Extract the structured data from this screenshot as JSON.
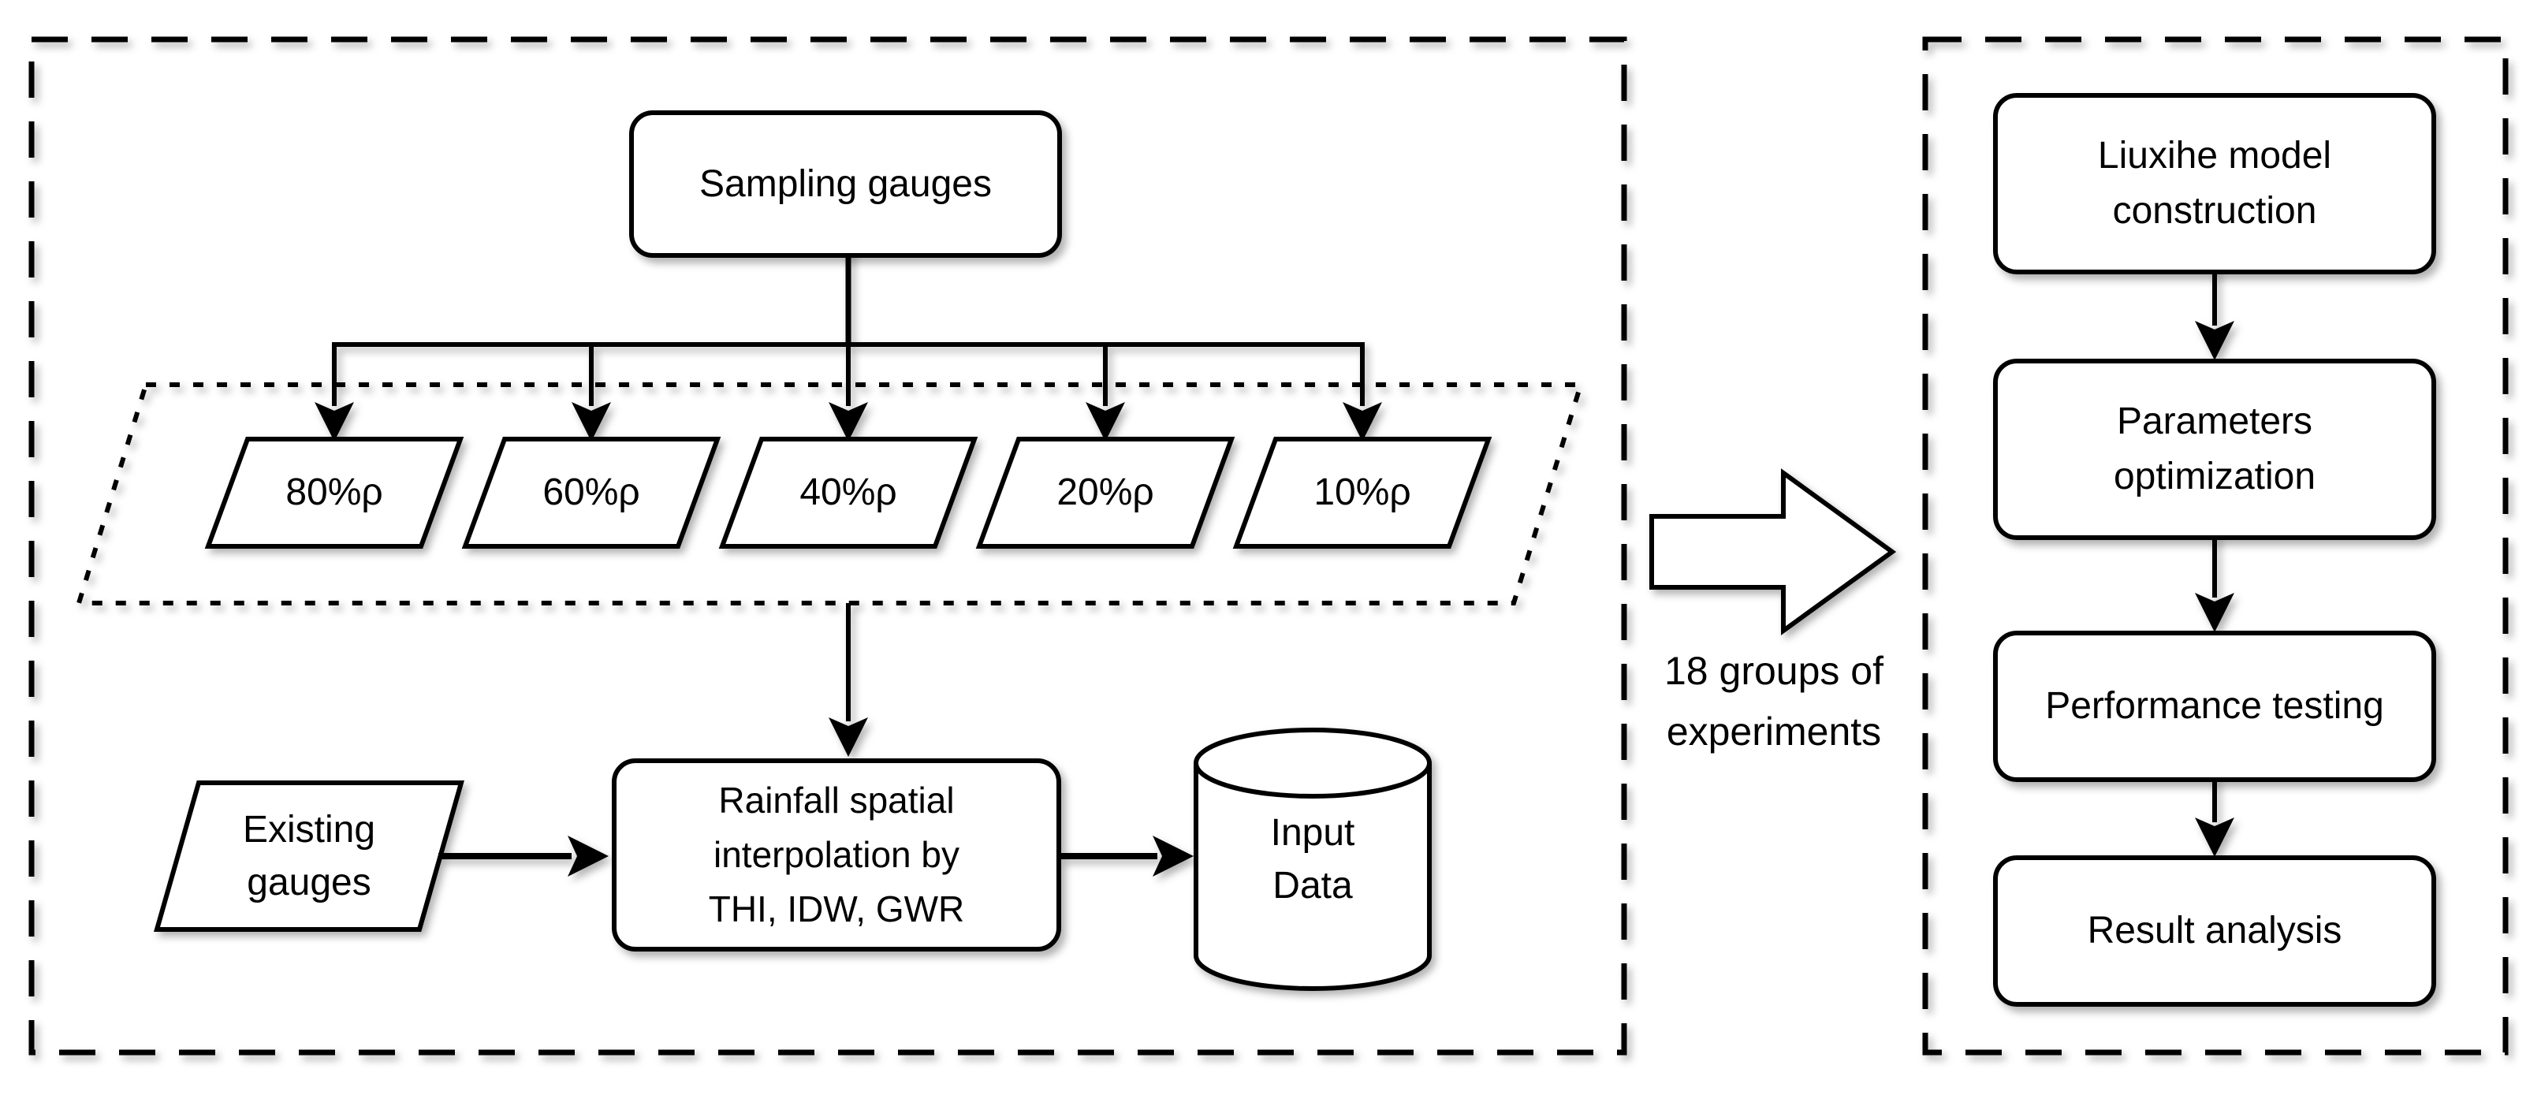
{
  "diagram": {
    "left_panel": {
      "sampling_box_label": "Sampling gauges",
      "sample_fractions": [
        "80%ρ",
        "60%ρ",
        "40%ρ",
        "20%ρ",
        "10%ρ"
      ],
      "existing_gauges_label": "Existing\ngauges",
      "interpolation_box_label": "Rainfall spatial\ninterpolation by\nTHI, IDW, GWR",
      "input_data_label": "Input\nData"
    },
    "connector": {
      "caption": "18 groups of\nexperiments"
    },
    "right_panel": {
      "steps": [
        "Liuxihe model\nconstruction",
        "Parameters\noptimization",
        "Performance testing",
        "Result analysis"
      ]
    },
    "colors": {
      "stroke": "#000000",
      "fill": "#ffffff"
    }
  }
}
